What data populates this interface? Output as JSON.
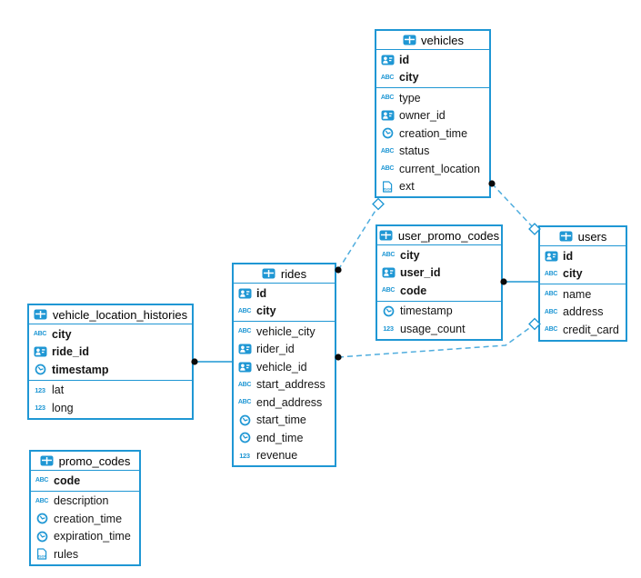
{
  "diagram": {
    "colors": {
      "accent": "#1f97d4",
      "relation_dashed": "#4fadde",
      "relation_solid": "#1f97d4",
      "endpoint_dot": "#0a0a0a",
      "table_background": "#ffffff",
      "canvas_background": "#ffffff"
    },
    "type_icons": {
      "uuid": {
        "name": "person-id-icon"
      },
      "text": {
        "name": "abc-icon",
        "label": "ABC"
      },
      "number": {
        "name": "123-icon",
        "label": "123"
      },
      "timestamp": {
        "name": "clock-icon"
      },
      "json": {
        "name": "json-doc-icon",
        "label": "JSON"
      }
    },
    "tables": [
      {
        "title": "vehicles",
        "primary_columns": [
          {
            "name": "id",
            "type": "uuid"
          },
          {
            "name": "city",
            "type": "text"
          }
        ],
        "columns": [
          {
            "name": "type",
            "type": "text"
          },
          {
            "name": "owner_id",
            "type": "uuid"
          },
          {
            "name": "creation_time",
            "type": "timestamp"
          },
          {
            "name": "status",
            "type": "text"
          },
          {
            "name": "current_location",
            "type": "text"
          },
          {
            "name": "ext",
            "type": "json"
          }
        ]
      },
      {
        "title": "user_promo_codes",
        "primary_columns": [
          {
            "name": "city",
            "type": "text"
          },
          {
            "name": "user_id",
            "type": "uuid"
          },
          {
            "name": "code",
            "type": "text"
          }
        ],
        "columns": [
          {
            "name": "timestamp",
            "type": "timestamp"
          },
          {
            "name": "usage_count",
            "type": "number"
          }
        ]
      },
      {
        "title": "users",
        "primary_columns": [
          {
            "name": "id",
            "type": "uuid"
          },
          {
            "name": "city",
            "type": "text"
          }
        ],
        "columns": [
          {
            "name": "name",
            "type": "text"
          },
          {
            "name": "address",
            "type": "text"
          },
          {
            "name": "credit_card",
            "type": "text"
          }
        ]
      },
      {
        "title": "rides",
        "primary_columns": [
          {
            "name": "id",
            "type": "uuid"
          },
          {
            "name": "city",
            "type": "text"
          }
        ],
        "columns": [
          {
            "name": "vehicle_city",
            "type": "text"
          },
          {
            "name": "rider_id",
            "type": "uuid"
          },
          {
            "name": "vehicle_id",
            "type": "uuid"
          },
          {
            "name": "start_address",
            "type": "text"
          },
          {
            "name": "end_address",
            "type": "text"
          },
          {
            "name": "start_time",
            "type": "timestamp"
          },
          {
            "name": "end_time",
            "type": "timestamp"
          },
          {
            "name": "revenue",
            "type": "number"
          }
        ]
      },
      {
        "title": "vehicle_location_histories",
        "primary_columns": [
          {
            "name": "city",
            "type": "text"
          },
          {
            "name": "ride_id",
            "type": "uuid"
          },
          {
            "name": "timestamp",
            "type": "timestamp"
          }
        ],
        "columns": [
          {
            "name": "lat",
            "type": "number"
          },
          {
            "name": "long",
            "type": "number"
          }
        ]
      },
      {
        "title": "promo_codes",
        "primary_columns": [
          {
            "name": "code",
            "type": "text"
          }
        ],
        "columns": [
          {
            "name": "description",
            "type": "text"
          },
          {
            "name": "creation_time",
            "type": "timestamp"
          },
          {
            "name": "expiration_time",
            "type": "timestamp"
          },
          {
            "name": "rules",
            "type": "json"
          }
        ]
      }
    ],
    "relations": [
      {
        "from": "rides",
        "to": "vehicles",
        "style": "dashed"
      },
      {
        "from": "vehicles",
        "to": "users",
        "style": "dashed"
      },
      {
        "from": "rides",
        "to": "users",
        "style": "dashed"
      },
      {
        "from": "user_promo_codes",
        "to": "users",
        "style": "solid"
      },
      {
        "from": "vehicle_location_histories",
        "to": "rides",
        "style": "solid"
      }
    ]
  }
}
